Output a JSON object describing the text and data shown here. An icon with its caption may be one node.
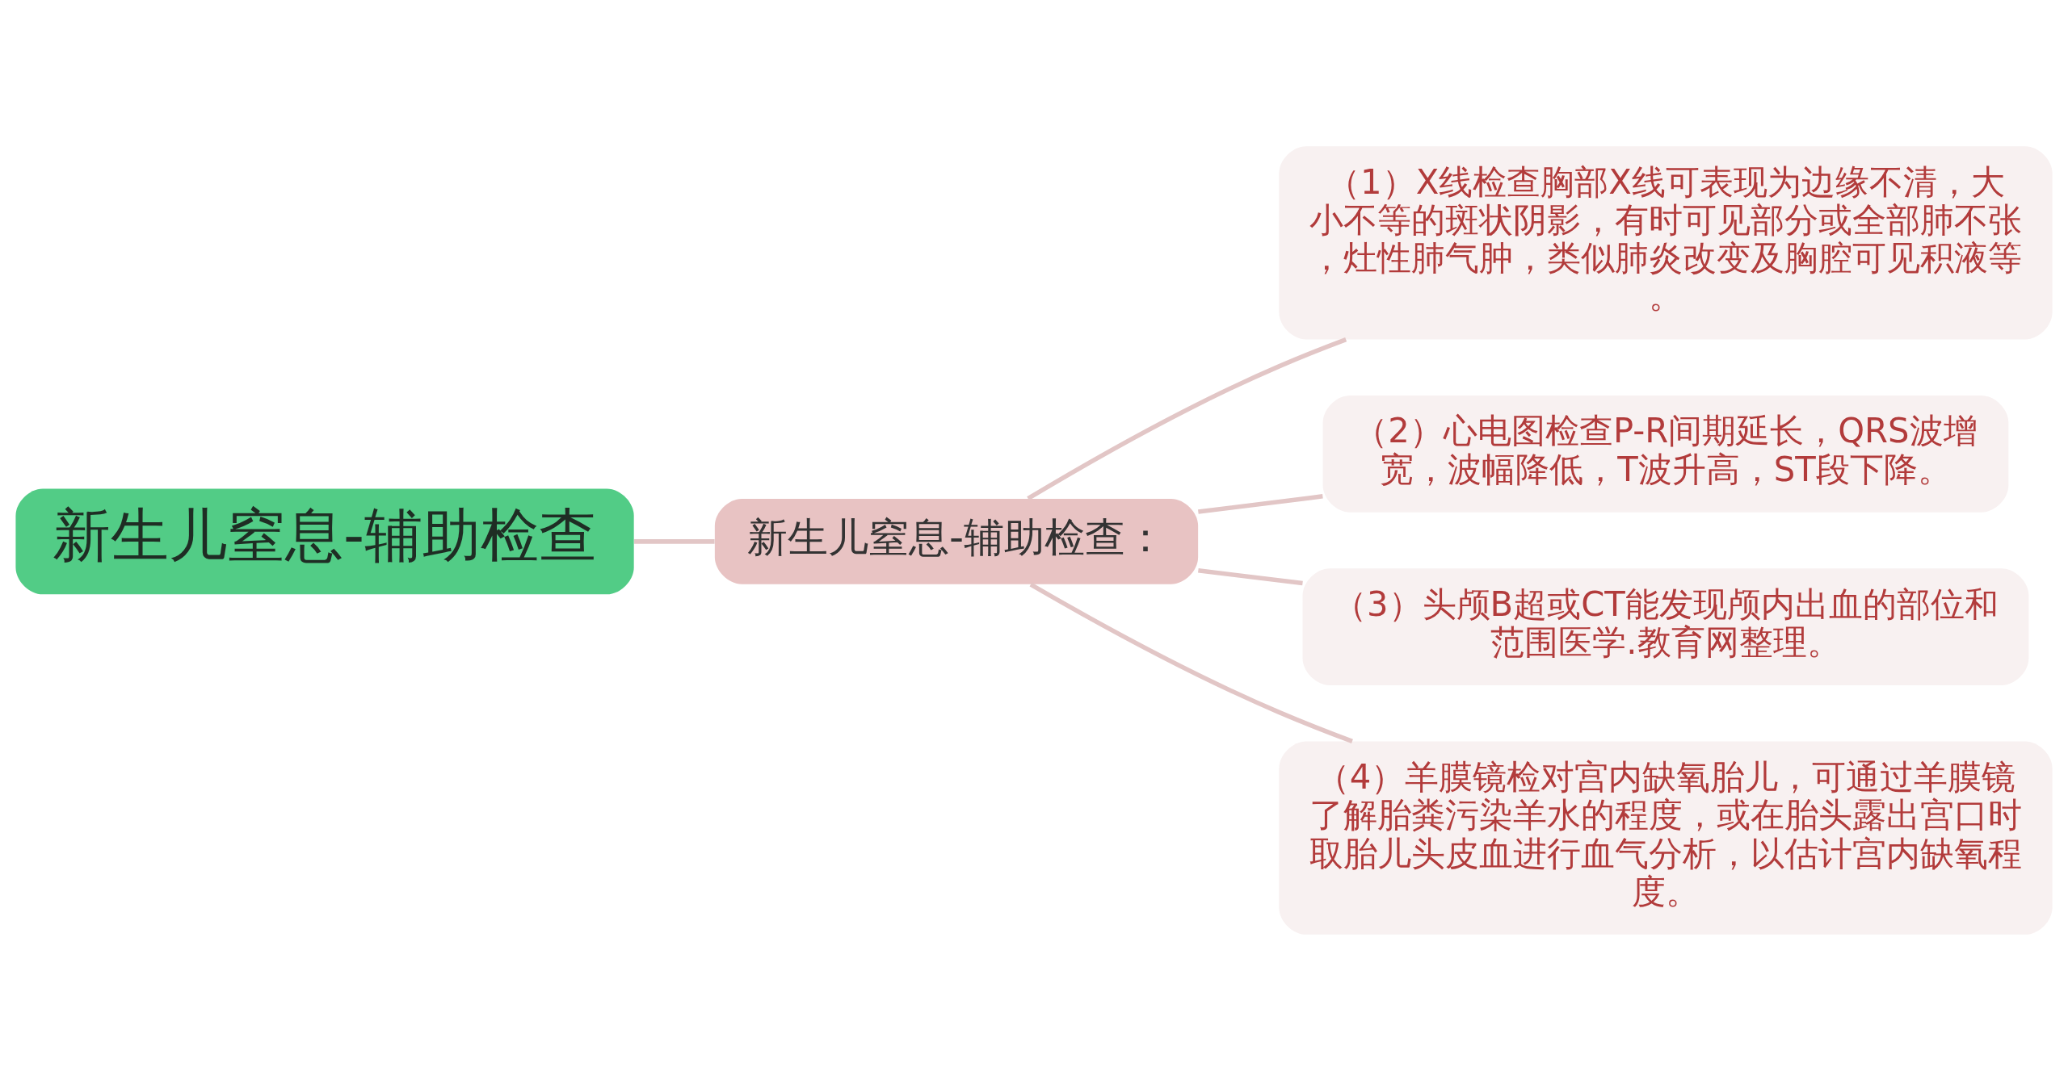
{
  "diagram": {
    "nodes": [
      {
        "text": [
          "新生儿窒息-辅助检查"
        ]
      },
      {
        "text": [
          "新生儿窒息-辅助检查："
        ]
      },
      {
        "text": [
          "（1）X线检查胸部X线可表现为边缘不清，大小不等的斑状阴影，有时可见部分或全部肺不张，灶性肺气肿，类似肺炎改变及胸腔可见积液等。"
        ]
      },
      {
        "text": [
          "（2）心电图检查P-R间期延长，QRS波增宽，波幅降低，T波升高，ST段下降。"
        ]
      },
      {
        "text": [
          "（3）头颅B超或CT能发现颅内出血的部位和范围医学.教育网整理。"
        ]
      },
      {
        "text": [
          "（4）羊膜镜检对宫内缺氧胎儿，可通过羊膜镜了解胎粪污染羊水的程度，或在胎头露出宫口时取胎儿头皮血进行血气分析，以估计宫内缺氧程度。"
        ]
      }
    ],
    "edges": [
      {
        "from": 0,
        "to": 1,
        "arrow": "none"
      },
      {
        "from": 1,
        "to": 2,
        "arrow": "none"
      },
      {
        "from": 1,
        "to": 3,
        "arrow": "none"
      },
      {
        "from": 1,
        "to": 4,
        "arrow": "none"
      },
      {
        "from": 1,
        "to": 5,
        "arrow": "none"
      }
    ]
  }
}
